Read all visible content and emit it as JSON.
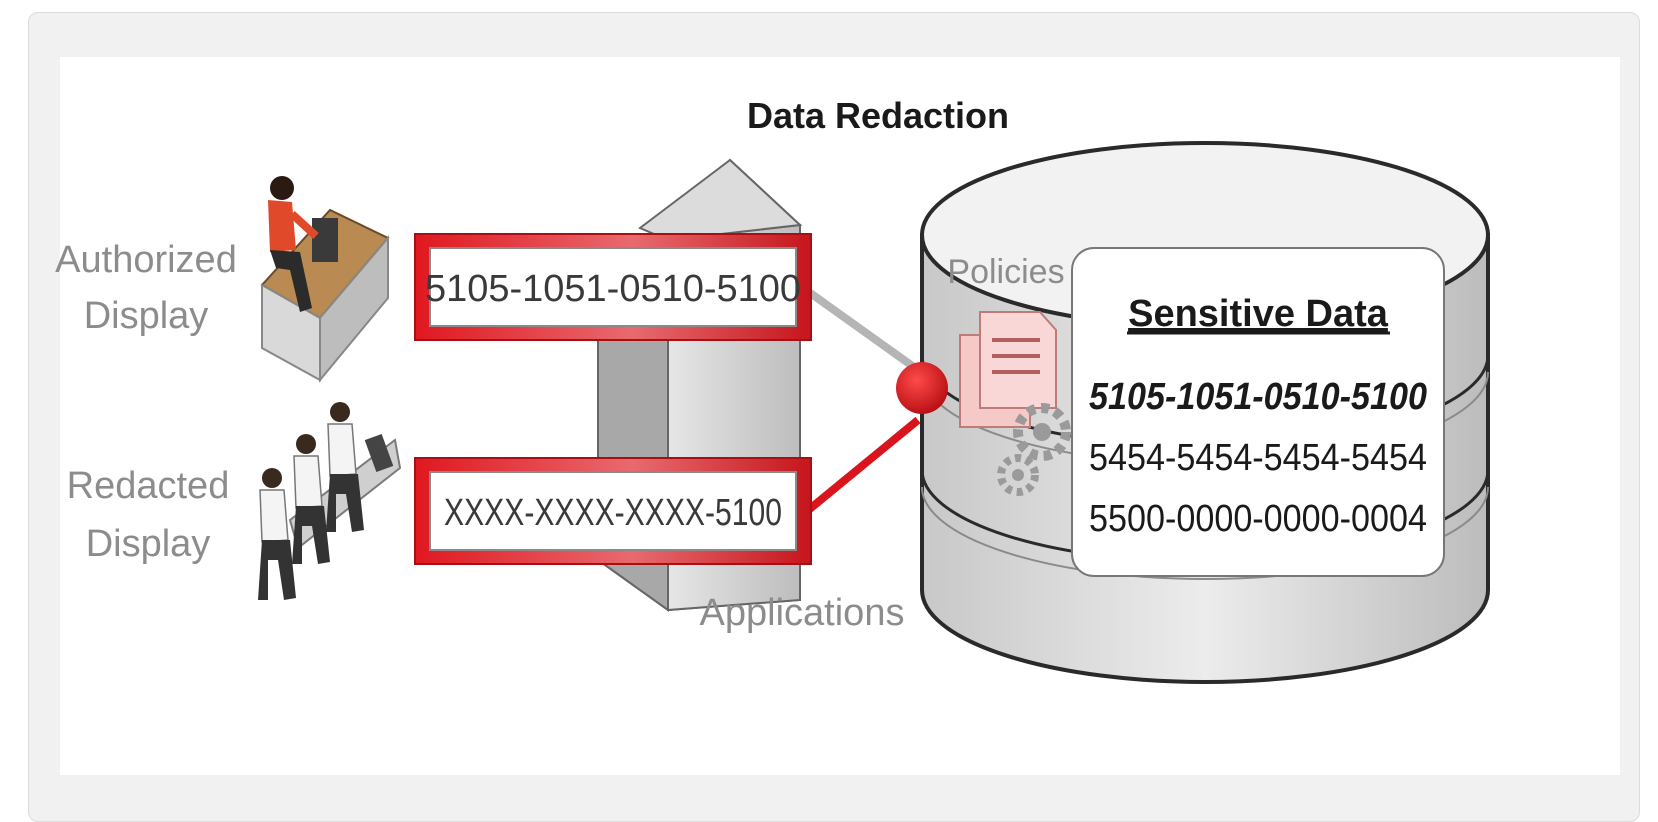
{
  "title": "Data Redaction",
  "authorized_label": [
    "Authorized",
    "Display"
  ],
  "redacted_label": [
    "Redacted",
    "Display"
  ],
  "authorized_value": "5105-1051-0510-5100",
  "redacted_value": "XXXX-XXXX-XXXX-5100",
  "applications_label": "Applications",
  "policies_label": "Policies",
  "sensitive_data": {
    "heading": "Sensitive Data",
    "rows": [
      "5105-1051-0510-5100",
      "5454-5454-5454-5454",
      "5500-0000-0000-0004"
    ]
  },
  "colors": {
    "accent_red": "#d9141c",
    "frame_bg": "#f1f1f1",
    "label_gray": "#8c8c8c"
  },
  "icons": [
    "person-at-desk-icon",
    "group-at-desks-icon",
    "server-shield-icon",
    "database-cylinder-icon",
    "policy-document-icon",
    "gear-icon",
    "connection-node-icon"
  ]
}
